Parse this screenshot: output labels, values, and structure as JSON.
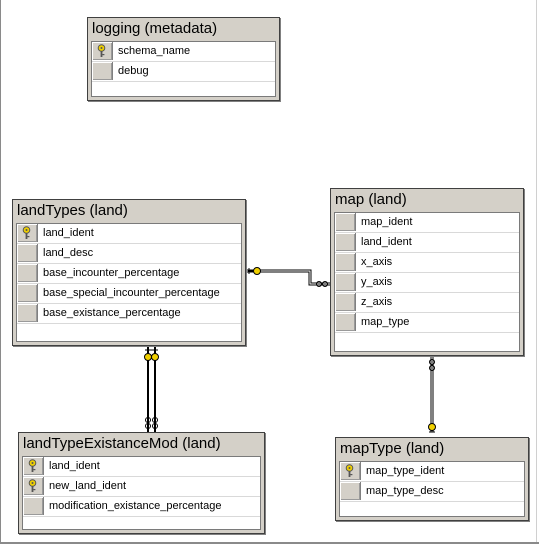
{
  "tables": {
    "logging": {
      "title": "logging (metadata)",
      "columns": [
        {
          "name": "schema_name",
          "pk": true
        },
        {
          "name": "debug",
          "pk": false
        }
      ]
    },
    "landTypes": {
      "title": "landTypes (land)",
      "columns": [
        {
          "name": "land_ident",
          "pk": true
        },
        {
          "name": "land_desc",
          "pk": false
        },
        {
          "name": "base_incounter_percentage",
          "pk": false
        },
        {
          "name": "base_special_incounter_percentage",
          "pk": false
        },
        {
          "name": "base_existance_percentage",
          "pk": false
        }
      ]
    },
    "map": {
      "title": "map (land)",
      "columns": [
        {
          "name": "map_ident",
          "pk": false
        },
        {
          "name": "land_ident",
          "pk": false
        },
        {
          "name": "x_axis",
          "pk": false
        },
        {
          "name": "y_axis",
          "pk": false
        },
        {
          "name": "z_axis",
          "pk": false
        },
        {
          "name": "map_type",
          "pk": false
        }
      ]
    },
    "landTypeExistanceMod": {
      "title": "landTypeExistanceMod (land)",
      "columns": [
        {
          "name": "land_ident",
          "pk": true
        },
        {
          "name": "new_land_ident",
          "pk": true
        },
        {
          "name": "modification_existance_percentage",
          "pk": false
        }
      ]
    },
    "mapType": {
      "title": "mapType (land)",
      "columns": [
        {
          "name": "map_type_ident",
          "pk": true
        },
        {
          "name": "map_type_desc",
          "pk": false
        }
      ]
    }
  },
  "relationships": [
    {
      "from": "map",
      "to": "landTypes",
      "one_end_icon": "key-icon",
      "many_end_icon": "infinity-icon"
    },
    {
      "from": "landTypeExistanceMod",
      "to": "landTypes",
      "one_end_icon": "key-icon",
      "many_end_icon": "infinity-icon"
    },
    {
      "from": "map",
      "to": "mapType",
      "one_end_icon": "key-icon",
      "many_end_icon": "infinity-icon"
    }
  ],
  "colors": {
    "table_frame": "#d4d0c8",
    "key_icon": "#f0d000",
    "connector": "#000000"
  }
}
